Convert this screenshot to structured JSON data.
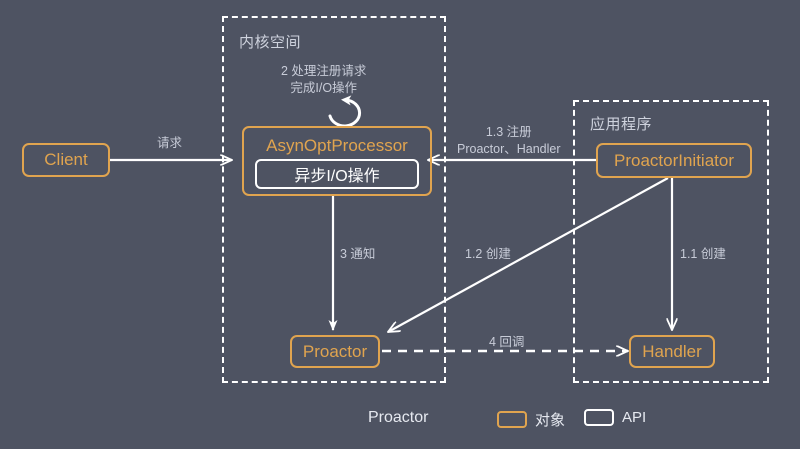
{
  "diagram": {
    "title": "Proactor",
    "background_color": "#4e5362",
    "object_color": "#e0a44f",
    "api_color": "#ffffff",
    "label_color": "#c8ccd8"
  },
  "containers": [
    {
      "name": "kernel-space",
      "title": "内核空间"
    },
    {
      "name": "application",
      "title": "应用程序"
    }
  ],
  "nodes": {
    "client": {
      "label": "Client",
      "kind": "object"
    },
    "asyn_opt_processor": {
      "label": "AsynOptProcessor",
      "kind": "object"
    },
    "async_io_op": {
      "label": "异步I/O操作",
      "kind": "api"
    },
    "proactor": {
      "label": "Proactor",
      "kind": "object"
    },
    "handler": {
      "label": "Handler",
      "kind": "object"
    },
    "proactor_initiator": {
      "label": "ProactorInitiator",
      "kind": "object"
    }
  },
  "edges": {
    "request": {
      "label": "请求"
    },
    "self_loop": {
      "label_line1": "2 处理注册请求",
      "label_line2": "完成I/O操作"
    },
    "register": {
      "label_line1": "1.3 注册",
      "label_line2": "Proactor、Handler"
    },
    "notify": {
      "label": "3 通知"
    },
    "create_proactor": {
      "label": "1.2 创建"
    },
    "create_handler": {
      "label": "1.1 创建"
    },
    "callback": {
      "label": "4 回调"
    }
  },
  "legend": {
    "title": "Proactor",
    "items": [
      {
        "swatch": "object",
        "label": "对象"
      },
      {
        "swatch": "api",
        "label": "API"
      }
    ]
  }
}
